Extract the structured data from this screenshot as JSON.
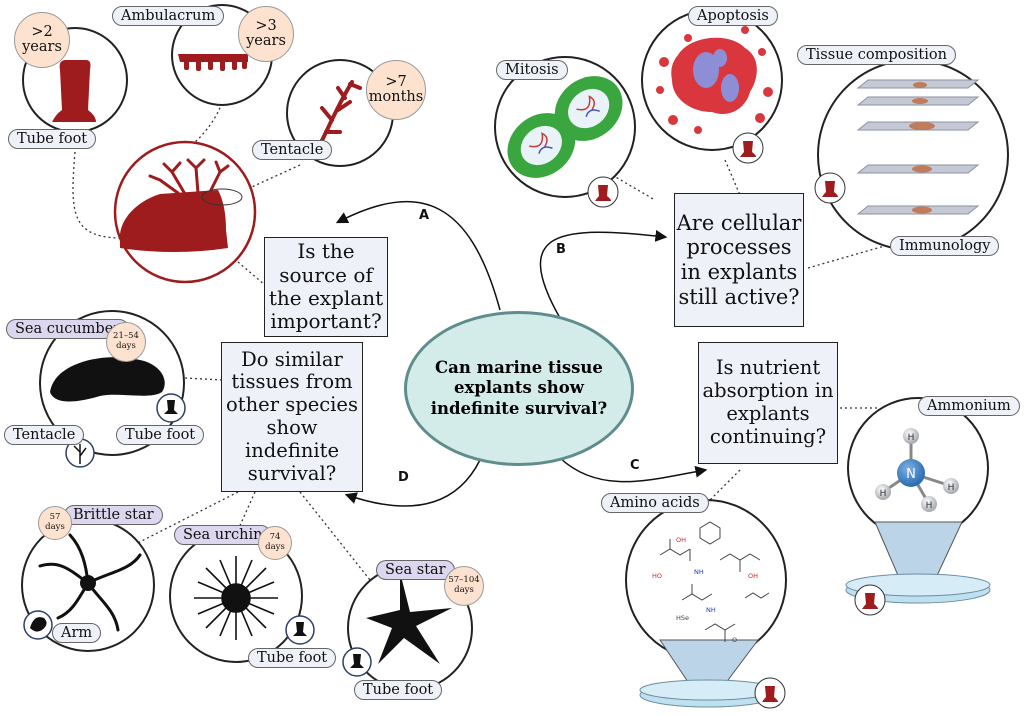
{
  "center_question": "Can marine tissue explants show indefinite survival?",
  "branches": {
    "A": {
      "letter": "A",
      "question": "Is the source of the explant important?"
    },
    "B": {
      "letter": "B",
      "question": "Are cellular processes in explants still active?"
    },
    "C": {
      "letter": "C",
      "question": "Is nutrient absorption in explants continuing?"
    },
    "D": {
      "letter": "D",
      "question": "Do similar tissues from other species show indefinite survival?"
    }
  },
  "source": {
    "tube_foot": {
      "label": "Tube foot",
      "age": ">2 years"
    },
    "ambulacrum": {
      "label": "Ambulacrum",
      "age": ">3 years"
    },
    "tentacle": {
      "label": "Tentacle",
      "age": ">7 months"
    }
  },
  "cellular": {
    "mitosis": "Mitosis",
    "apoptosis": "Apoptosis",
    "tissue_composition": "Tissue composition",
    "immunology": "Immunology"
  },
  "nutrient": {
    "amino_acids": "Amino acids",
    "ammonium": "Ammonium",
    "atoms": {
      "center": "N",
      "h": "H"
    }
  },
  "species": {
    "sea_cucumber": {
      "name": "Sea cucumber",
      "days": "21–54 days",
      "tissues": [
        "Tentacle",
        "Tube foot"
      ]
    },
    "brittle_star": {
      "name": "Brittle star",
      "days": "57 days",
      "tissue": "Arm"
    },
    "sea_urchin": {
      "name": "Sea urchin",
      "days": "74 days",
      "tissue": "Tube foot"
    },
    "sea_star": {
      "name": "Sea star",
      "days": "57–104 days",
      "tissue": "Tube foot"
    }
  },
  "colors": {
    "tissue_red": "#9e1b1e",
    "box_fill": "#eef1f8",
    "age_badge": "#fde3cf",
    "species_label": "#dcd6ee",
    "center_fill": "#d3ecea",
    "center_border": "#5f8c8c",
    "mitosis_green": "#3aa63f",
    "apoptosis_red": "#d9363e",
    "apoptosis_nucleus": "#8d8ed6",
    "ammonium_n": "#2e6fb3",
    "petri": "#bfe0ef"
  }
}
